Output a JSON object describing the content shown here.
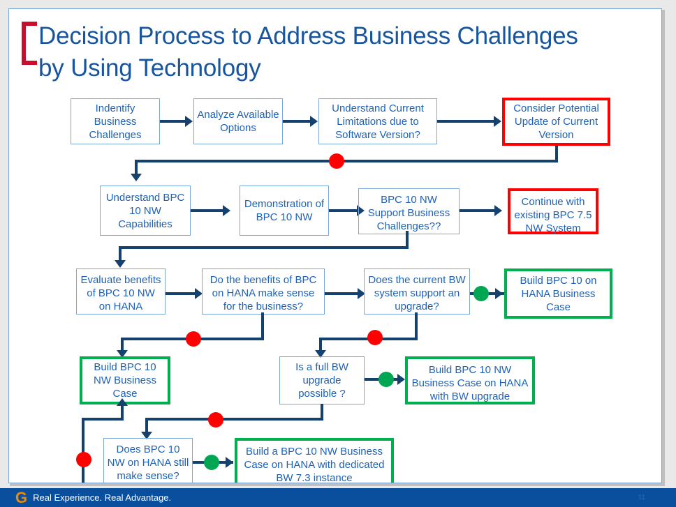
{
  "slide": {
    "title": "Decision Process to Address Business Challenges by Using Technology",
    "title_line1": "Decision Process to Address Business Challenges",
    "title_line2": "by Using Technology",
    "accent_bracket_color": "#c8102e",
    "title_color": "#17559e"
  },
  "colors": {
    "box_blue_border": "#7ba7d7",
    "box_red_border": "#ff0000",
    "box_green_border": "#00b04f",
    "connector": "#14416e",
    "text_blue": "#1f61b5",
    "dot_red": "#ff0000",
    "dot_green": "#00a651",
    "footer_bg": "#0a4f9e",
    "footer_logo": "#f08a00",
    "page_bg": "#e9e9e9"
  },
  "nodes": [
    {
      "id": "identify-business-challenges",
      "label": "Indentify Business Challenges",
      "style": "blue",
      "row": 1
    },
    {
      "id": "analyze-available-options",
      "label": "Analyze Available Options",
      "style": "blue",
      "row": 1
    },
    {
      "id": "understand-current-limitations",
      "label": "Understand Current Limitations due to Software Version?",
      "style": "blue",
      "row": 1
    },
    {
      "id": "consider-potential-update",
      "label": "Consider Potential Update of Current Version",
      "style": "red",
      "row": 1
    },
    {
      "id": "understand-bpc-capabilities",
      "label": "Understand BPC 10 NW Capabilities",
      "style": "blue",
      "row": 2
    },
    {
      "id": "demonstration-of-bpc",
      "label": "Demonstration of BPC 10 NW",
      "style": "blue",
      "row": 2
    },
    {
      "id": "bpc-support-business-challenges",
      "label": "BPC 10 NW Support Business Challenges??",
      "style": "blue",
      "row": 2
    },
    {
      "id": "continue-with-existing-bpc",
      "label": "Continue with existing BPC 7.5 NW System",
      "style": "red",
      "row": 2
    },
    {
      "id": "evaluate-benefits-hana",
      "label": "Evaluate benefits of BPC 10 NW on HANA",
      "style": "blue",
      "row": 3
    },
    {
      "id": "benefits-make-sense",
      "label": "Do the benefits of BPC on HANA make sense for the business?",
      "style": "blue",
      "row": 3
    },
    {
      "id": "current-bw-support-upgrade",
      "label": "Does the current BW system support an upgrade?",
      "style": "blue",
      "row": 3
    },
    {
      "id": "build-bpc-on-hana-case",
      "label": "Build BPC 10 on HANA Business Case",
      "style": "green",
      "row": 3
    },
    {
      "id": "build-bpc-nw-case",
      "label": "Build BPC 10 NW Business Case",
      "style": "green",
      "row": 4
    },
    {
      "id": "full-bw-upgrade-possible",
      "label": "Is a full BW upgrade possible ?",
      "style": "blue",
      "row": 4
    },
    {
      "id": "build-case-hana-with-bw-upgrade",
      "label": "Build BPC 10 NW Business Case on HANA with BW upgrade",
      "style": "green",
      "row": 4
    },
    {
      "id": "does-bpc-hana-still-make-sense",
      "label": "Does BPC 10 NW on HANA still make sense?",
      "style": "blue",
      "row": 5
    },
    {
      "id": "build-case-hana-dedicated-bw",
      "label": "Build a BPC 10 NW Business Case on HANA with dedicated BW 7.3 instance",
      "style": "green",
      "row": 5
    }
  ],
  "decision_markers": {
    "red_count": 6,
    "green_count": 3,
    "red_meaning": "no / negative branch",
    "green_meaning": "yes / positive branch"
  },
  "footer": {
    "logo_letter": "G",
    "tagline": "Real Experience. Real Advantage.",
    "page_number": "11"
  }
}
